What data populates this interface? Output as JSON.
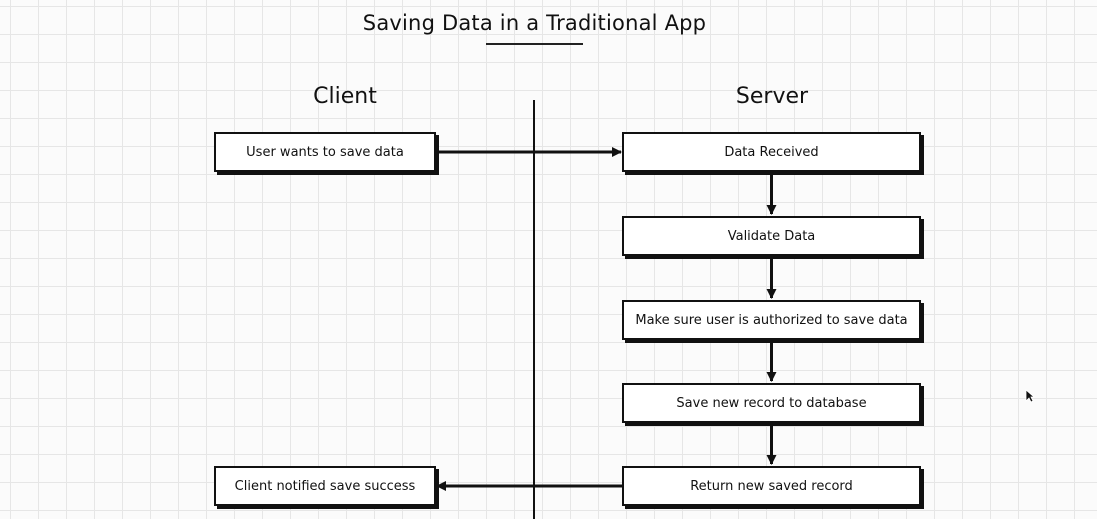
{
  "diagram": {
    "title": "Saving Data in a Traditional App",
    "columns": {
      "client": "Client",
      "server": "Server"
    },
    "client_nodes": [
      {
        "id": "user-wants-save",
        "label": "User wants to save data"
      },
      {
        "id": "client-notified",
        "label": "Client notified save success"
      }
    ],
    "server_nodes": [
      {
        "id": "data-received",
        "label": "Data Received"
      },
      {
        "id": "validate-data",
        "label": "Validate Data"
      },
      {
        "id": "authorize-user",
        "label": "Make sure user is authorized to save data"
      },
      {
        "id": "save-record",
        "label": "Save new record to database"
      },
      {
        "id": "return-record",
        "label": "Return new saved record"
      }
    ],
    "edges": [
      {
        "from": "user-wants-save",
        "to": "data-received"
      },
      {
        "from": "data-received",
        "to": "validate-data"
      },
      {
        "from": "validate-data",
        "to": "authorize-user"
      },
      {
        "from": "authorize-user",
        "to": "save-record"
      },
      {
        "from": "save-record",
        "to": "return-record"
      },
      {
        "from": "return-record",
        "to": "client-notified"
      }
    ]
  },
  "colors": {
    "ink": "#111111",
    "grid": "#e6e6e6",
    "background": "#fbfbfb",
    "box_fill": "#ffffff"
  },
  "icons": {
    "cursor": "mouse-pointer-icon"
  }
}
